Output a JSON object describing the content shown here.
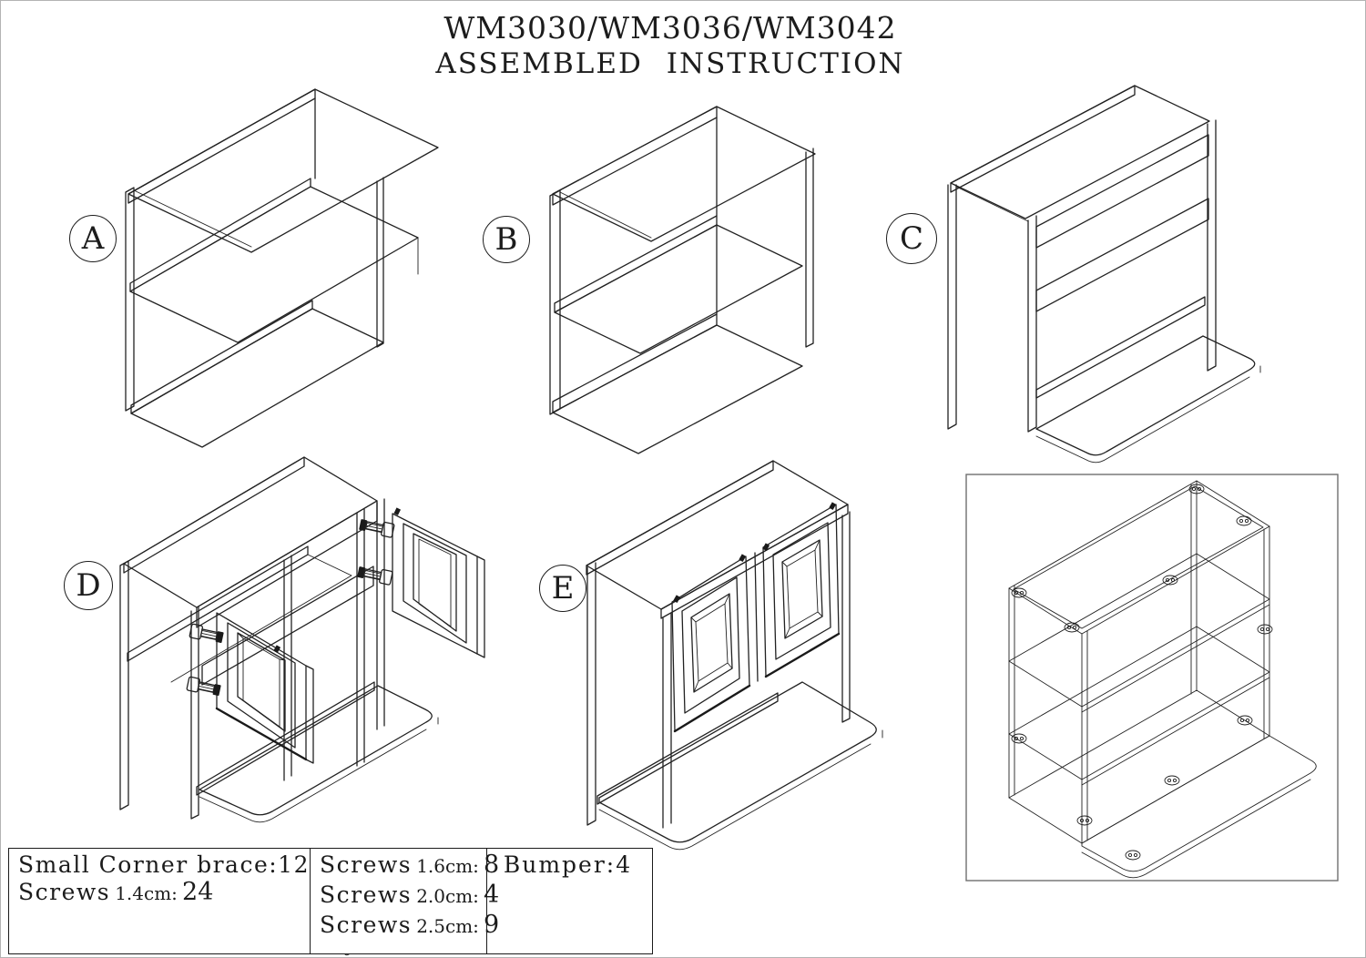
{
  "title": {
    "line1": "WM3030/WM3036/WM3042",
    "line2": "ASSEMBLED INSTRUCTION"
  },
  "steps": [
    {
      "label": "A"
    },
    {
      "label": "B"
    },
    {
      "label": "C"
    },
    {
      "label": "D"
    },
    {
      "label": "E"
    }
  ],
  "parts_table": {
    "cell_brace": {
      "row1": "Small Corner brace:12",
      "row2": {
        "name": "Screws",
        "size": "1.4cm:",
        "qty": "24"
      },
      "icon": "corner-brace"
    },
    "cell_screws": {
      "rows": [
        {
          "name": "Screws",
          "size": "1.6cm:",
          "qty": "8"
        },
        {
          "name": "Screws",
          "size": "2.0cm:",
          "qty": "4"
        },
        {
          "name": "Screws",
          "size": "2.5cm:",
          "qty": "9"
        }
      ],
      "icon": "screw"
    },
    "cell_bumper": {
      "row1": "Bumper:4",
      "icon": "bumper"
    }
  },
  "colors": {
    "line": "#222222",
    "page_border": "#b3b3b3",
    "frame_border": "#6f6f6f"
  }
}
